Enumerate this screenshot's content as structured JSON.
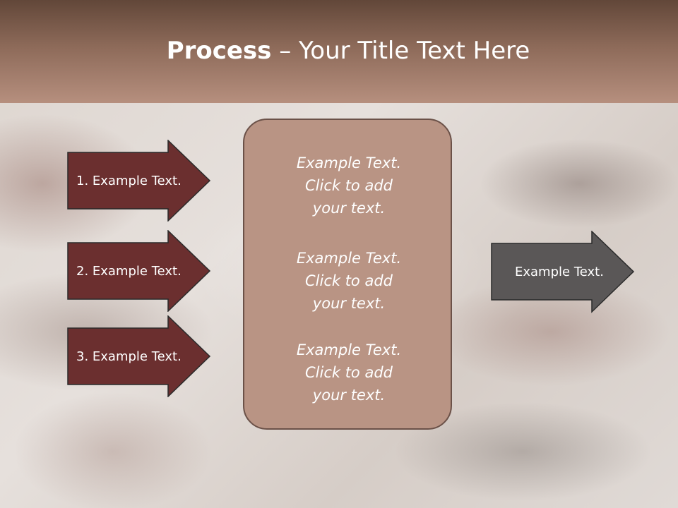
{
  "slide": {
    "title_bold": "Process",
    "title_rest": " – Your Title Text Here"
  },
  "left_arrows": [
    {
      "label": "1. Example Text."
    },
    {
      "label": "2. Example Text."
    },
    {
      "label": "3. Example Text."
    }
  ],
  "center_box": {
    "paragraphs": [
      {
        "line1": "Example Text.",
        "line2": "Click  to add",
        "line3": "your text."
      },
      {
        "line1": "Example Text.",
        "line2": "Click  to add",
        "line3": "your text."
      },
      {
        "line1": "Example Text.",
        "line2": "Click  to add",
        "line3": "your text."
      }
    ]
  },
  "right_arrow": {
    "label": "Example Text."
  },
  "colors": {
    "header_top": "#624739",
    "header_bottom": "#b68f7e",
    "left_arrow_fill": "#6b2f2f",
    "center_box_fill": "#b99484",
    "right_arrow_fill": "#5a5757"
  }
}
